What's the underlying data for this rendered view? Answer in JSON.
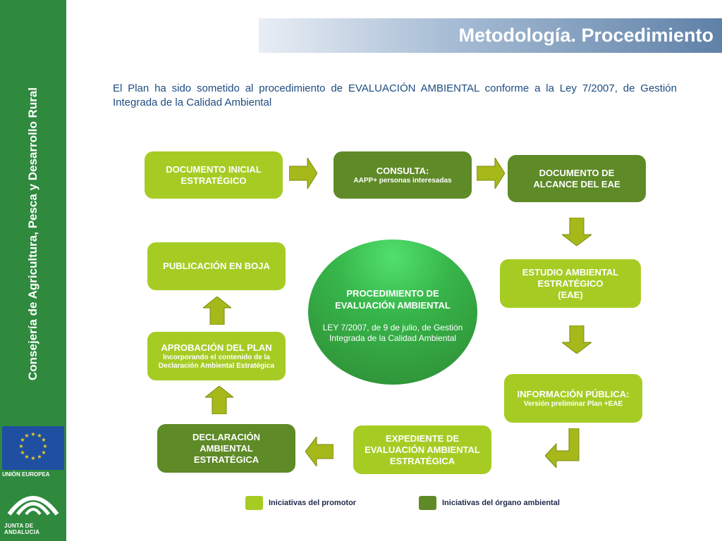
{
  "sidebar": {
    "vertical_text": "Consejería de Agricultura, Pesca y Desarrollo Rural",
    "eu_label": "UNIÓN EUROPEA",
    "junta_label": "JUNTA DE ANDALUCIA"
  },
  "header": {
    "title": "Metodología. Procedimiento"
  },
  "intro": {
    "text": "El Plan ha sido sometido al procedimiento de EVALUACIÓN AMBIENTAL conforme a la Ley 7/2007, de Gestión Integrada de la Calidad Ambiental"
  },
  "diagram": {
    "doc_inicial": {
      "line1": "DOCUMENTO INICIAL",
      "line2": "ESTRATÉGICO"
    },
    "consulta": {
      "title": "CONSULTA:",
      "sub": "AAPP+ personas interesadas"
    },
    "doc_alcance": {
      "line1": "DOCUMENTO DE",
      "line2": "ALCANCE DEL EAE"
    },
    "estudio": {
      "line1": "ESTUDIO AMBIENTAL",
      "line2": "ESTRATÉGICO",
      "line3": "(EAE)"
    },
    "informacion": {
      "title": "INFORMACIÓN PÚBLICA:",
      "sub": "Versión preliminar Plan +EAE"
    },
    "expediente": {
      "line1": "EXPEDIENTE DE",
      "line2": "EVALUACIÓN AMBIENTAL",
      "line3": "ESTRATÉGICA"
    },
    "declaracion": {
      "line1": "DECLARACIÓN",
      "line2": "AMBIENTAL",
      "line3": "ESTRATÉGICA"
    },
    "aprobacion": {
      "title": "APROBACIÓN DEL PLAN",
      "sub1": "Incorporando el contenido de la",
      "sub2": "Declaración Ambiental Estratégica"
    },
    "publicacion": {
      "title": "PUBLICACIÓN EN BOJA"
    },
    "center": {
      "title1": "PROCEDIMIENTO DE",
      "title2": "EVALUACIÓN AMBIENTAL",
      "sub": "LEY 7/2007, de 9 de julio, de Gestión Integrada de la Calidad Ambiental"
    }
  },
  "legend": {
    "promotor": {
      "label": "Iniciativas del promotor",
      "color": "#a6cc24"
    },
    "organo": {
      "label": "Iniciativas del órgano ambiental",
      "color": "#5e8a27"
    }
  },
  "colors": {
    "sidebar_green": "#2f8a3e",
    "arrow_fill": "#a6b81a",
    "text_blue": "#1e4c82"
  }
}
